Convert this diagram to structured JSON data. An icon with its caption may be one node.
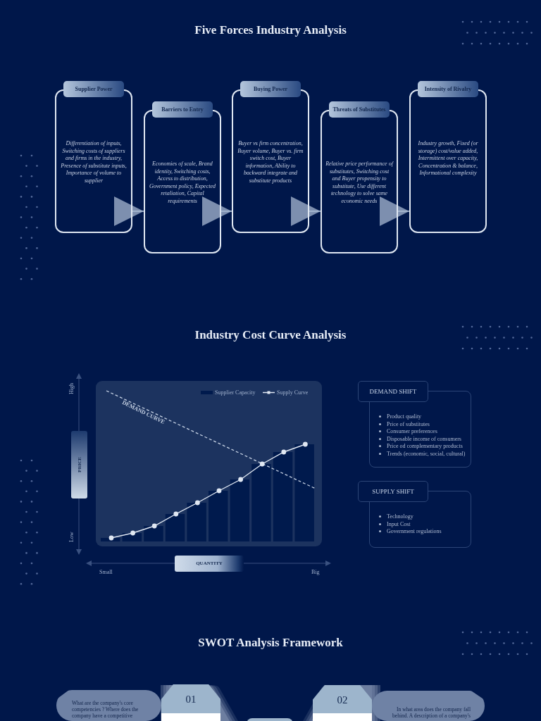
{
  "diagram": {
    "title": "Five Forces Industry Analysis",
    "nodes": [
      {
        "text": [
          "Supplier Power",
          "Differentiation of inputs, Switching costs of suppliers and firms in the industry, Presence of substitute inputs, Importance of volume to supplier"
        ]
      },
      {
        "text": [
          "Barriers to Entry",
          "Economies of scale, Brand identity, Switching costs, Access to distribution, Government policy, Expected retaliation, Capital requirements"
        ]
      },
      {
        "text": [
          "Buying Power",
          "Buyer vs firm concentration, Buyer volume, Buyer vs. firm switch cost, Buyer information, Ability to backward integrate and substitute products"
        ]
      },
      {
        "text": [
          "Threats of Substitutes",
          "Relative price performance of substitutes, Switching cost and Buyer propensity to substitute, Use different technology to solve same economic needs"
        ]
      },
      {
        "text": [
          "Intensity of Rivalry",
          "Industry growth, Fixed (or storage) cost/value added, Intermittent over capacity, Concentration & balance, Informational complexity"
        ]
      },
      {
        "text": [
          "DEMAND SHIFT",
          "Product quality",
          "Price of substitutes",
          "Consumer preferences",
          "Disposable income of consumers",
          "Price od complementary products",
          "Trends (economic, social, cultural)"
        ]
      },
      {
        "text": [
          "PRICE"
        ]
      },
      {
        "text": [
          "SUPPLY SHIFT",
          "Technology",
          "Input Cost",
          "Government regulations"
        ]
      },
      {
        "text": [
          "QUANTITY"
        ]
      },
      {
        "text": [
          "What are the company's core competencies ? Where does the company have a competitive"
        ]
      },
      {
        "text": [
          "01"
        ]
      },
      {
        "text": [
          "02"
        ]
      },
      {
        "text": [
          "In what area does the company fall behind. A description of a company's"
        ]
      },
      {
        "text": [],
        "shape": "box"
      }
    ],
    "edges": [
      {
        "from": 0,
        "to": 1,
        "arrow": "to"
      },
      {
        "from": 1,
        "to": 2,
        "arrow": "to"
      },
      {
        "from": 2,
        "to": 3,
        "arrow": "to"
      },
      {
        "from": 3,
        "to": 4,
        "arrow": "to"
      }
    ],
    "labels": [
      "Industry Cost Curve Analysis",
      "High",
      "DEMAND CURVE",
      "Low",
      "Small",
      "Big",
      "SWOT Analysis Framework"
    ],
    "legend": [
      {
        "text": "Supplier Capacity",
        "color": "#001a4d"
      },
      {
        "text": "Supply Curve"
      }
    ]
  }
}
